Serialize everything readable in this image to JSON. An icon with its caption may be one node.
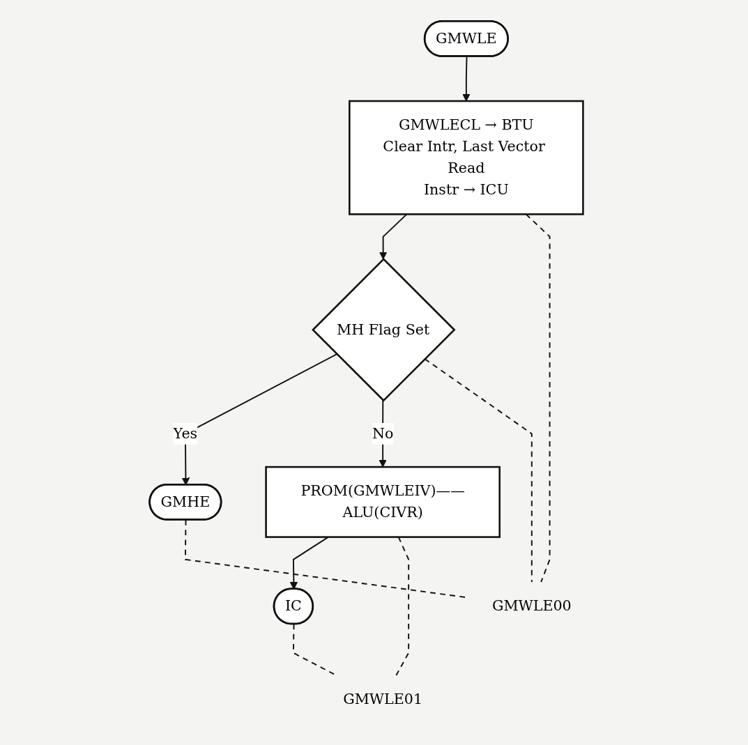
{
  "diagram": {
    "nodes": [
      {
        "text": [
          "GMWLE"
        ]
      },
      {
        "text": [
          "GMWLECL → BTU",
          "Clear Intr, Last Vector Read",
          "Instr → ICU"
        ]
      },
      {
        "text": [
          "MH Flag Set"
        ]
      },
      {
        "text": [
          "GMHE"
        ]
      },
      {
        "text": [
          "PROM(GMWLEIV)——ALU(CIVR)"
        ]
      },
      {
        "text": [
          "IC"
        ]
      },
      {
        "text": [
          "GMWLE00"
        ]
      },
      {
        "text": [
          "GMWLE01"
        ]
      }
    ],
    "edges": [
      {
        "from": 0,
        "to": 1,
        "arrow": "to"
      },
      {
        "from": 1,
        "to": 2,
        "arrow": "to"
      },
      {
        "from": 2,
        "to": 3,
        "label": "Yes",
        "arrow": "to"
      },
      {
        "from": 2,
        "to": 4,
        "label": "No",
        "arrow": "to"
      },
      {
        "from": 4,
        "to": 5,
        "arrow": "to"
      },
      {
        "from": 1,
        "to": 6,
        "arrow": "none",
        "style": "dashed"
      },
      {
        "from": 2,
        "to": 6,
        "arrow": "none",
        "style": "dashed"
      },
      {
        "from": 3,
        "to": 6,
        "arrow": "none",
        "style": "dashed"
      },
      {
        "from": 4,
        "to": 7,
        "arrow": "none",
        "style": "dashed"
      },
      {
        "from": 5,
        "to": 7,
        "arrow": "none",
        "style": "dashed"
      }
    ]
  }
}
